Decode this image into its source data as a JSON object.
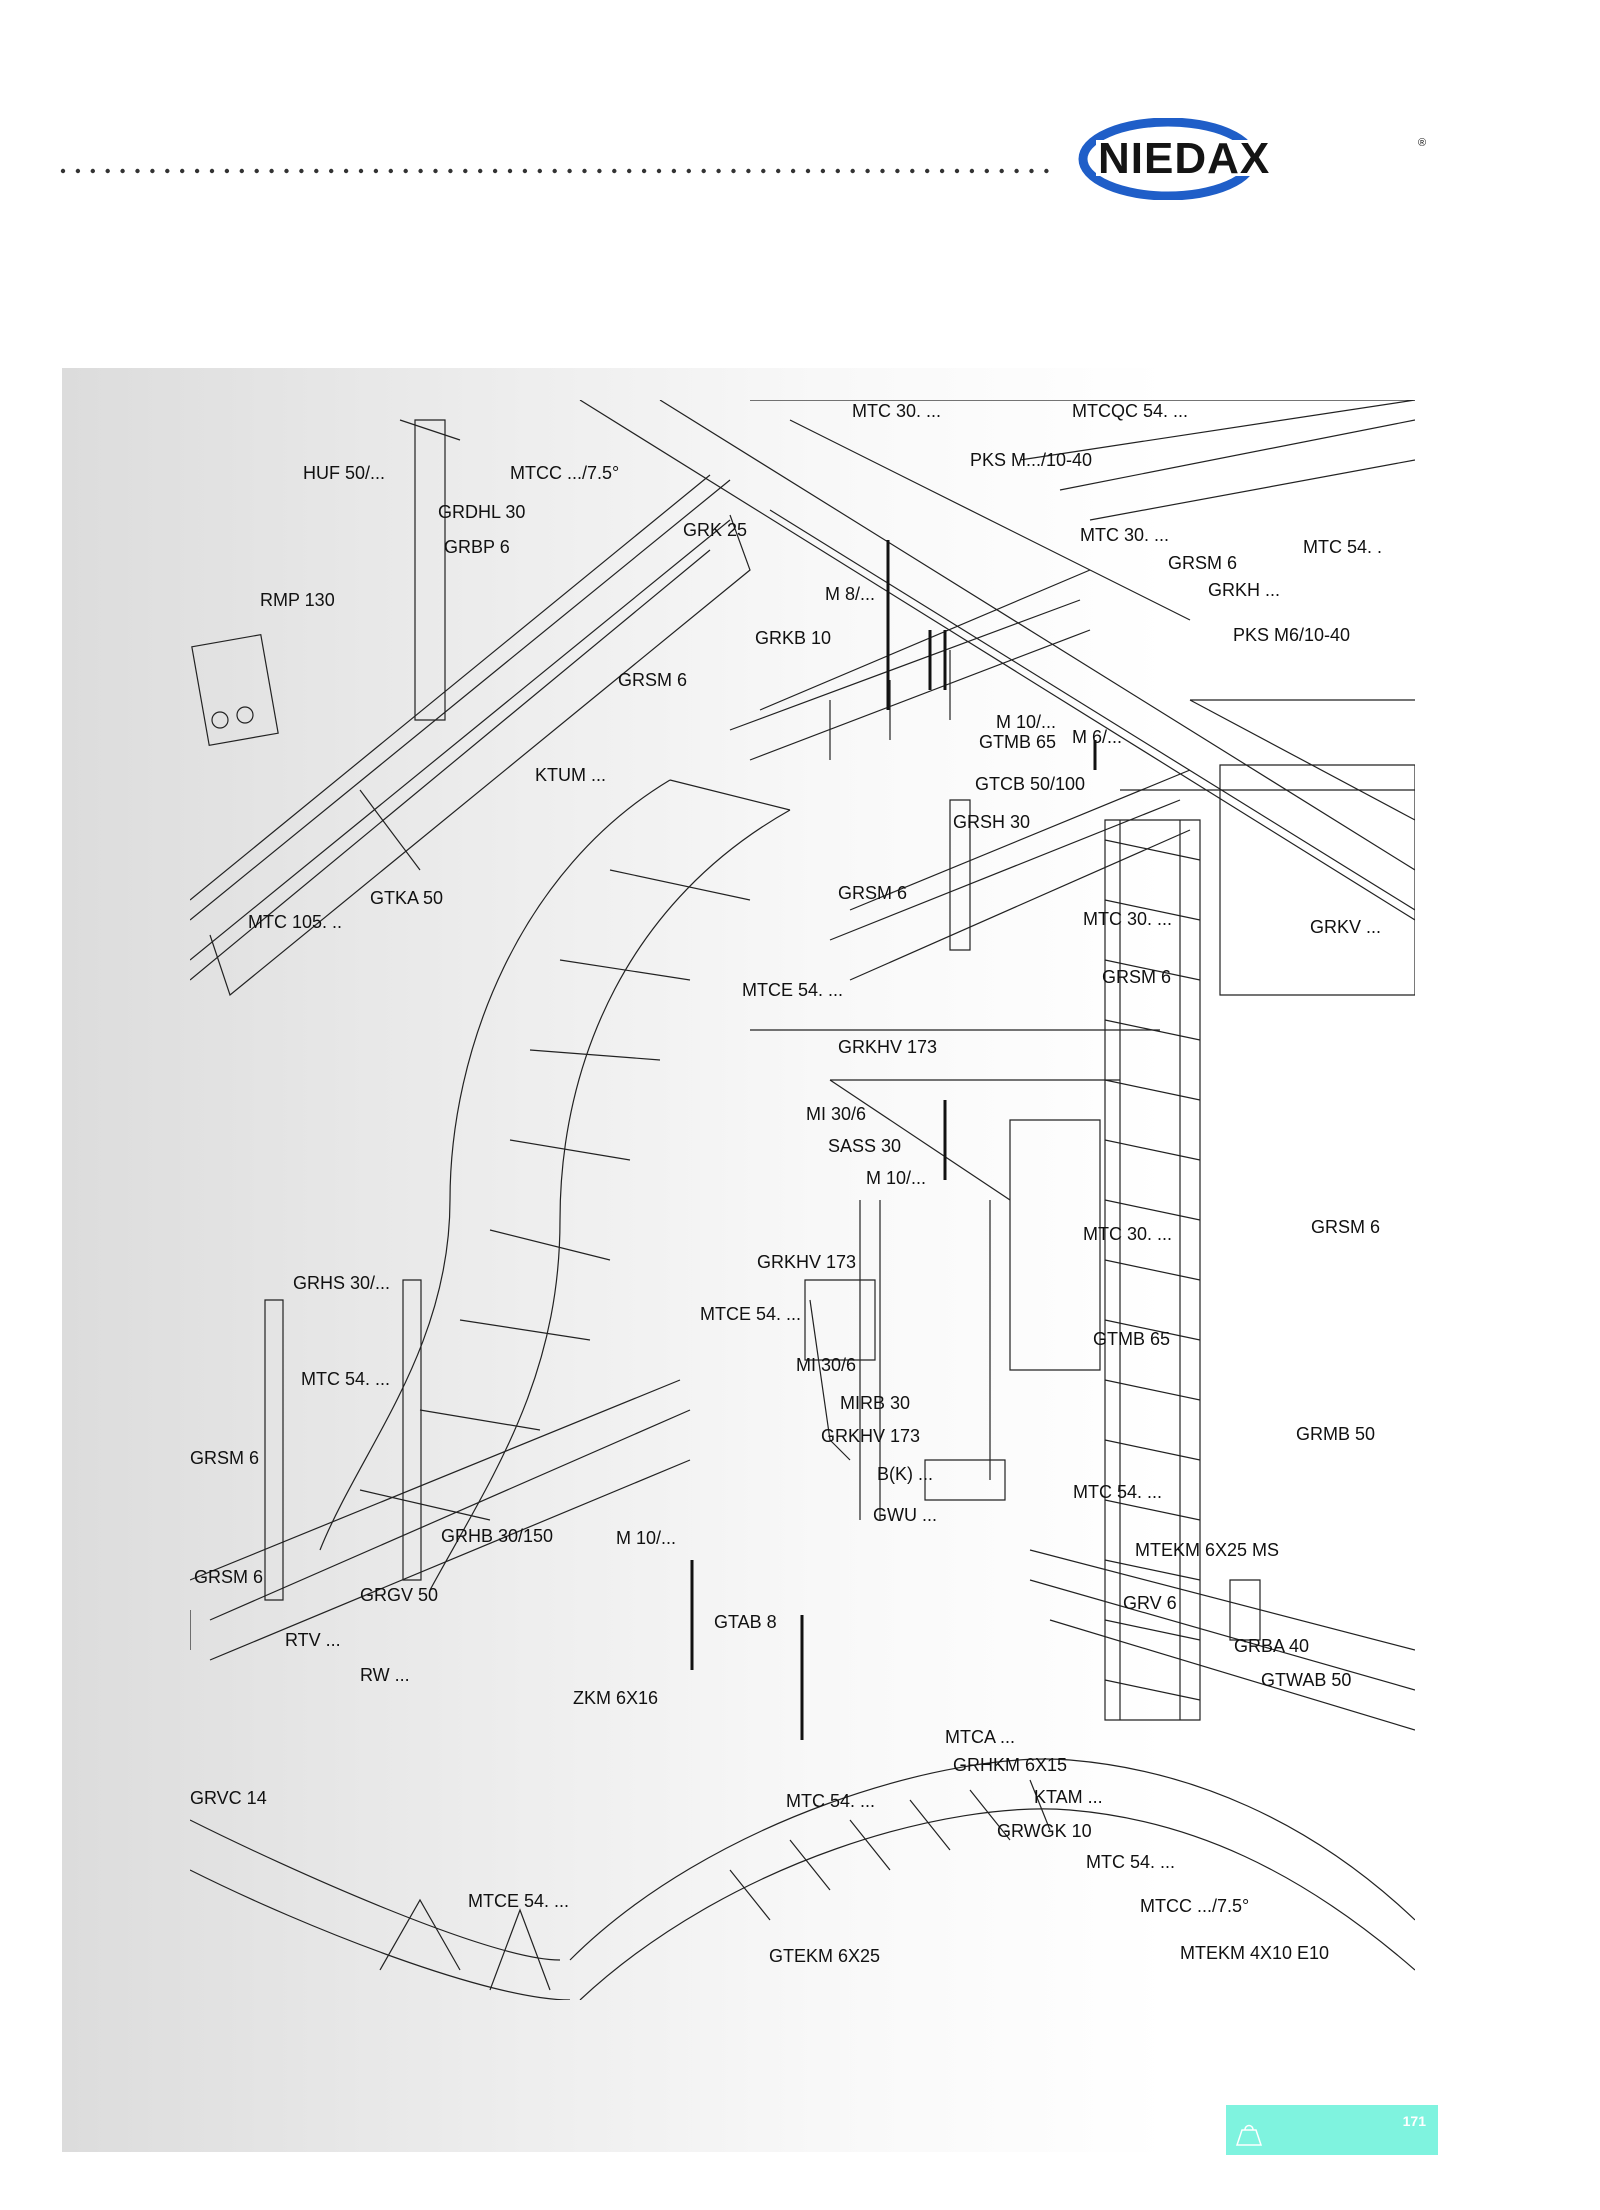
{
  "header": {
    "brand": "NIEDAX",
    "registered_mark": "®",
    "logo_icon": "niedax-logo",
    "rule_icon": "dotted-rule"
  },
  "colors": {
    "logo_blue": "#1f5ec8",
    "logo_text": "#141414",
    "badge": "#7ff3df",
    "panel": "#e6e6e6"
  },
  "labels": [
    {
      "id": "huf",
      "text": "HUF 50/..."
    },
    {
      "id": "mtcc1",
      "text": "MTCC .../7.5°"
    },
    {
      "id": "grdhl",
      "text": "GRDHL 30"
    },
    {
      "id": "grk25",
      "text": "GRK 25"
    },
    {
      "id": "grbp",
      "text": "GRBP 6"
    },
    {
      "id": "rmp",
      "text": "RMP 130"
    },
    {
      "id": "grsm_a",
      "text": "GRSM 6"
    },
    {
      "id": "ktum",
      "text": "KTUM ..."
    },
    {
      "id": "gtka",
      "text": "GTKA 50"
    },
    {
      "id": "mtc105",
      "text": "MTC 105. .."
    },
    {
      "id": "mtc30_a",
      "text": "MTC 30. ..."
    },
    {
      "id": "mtcqc",
      "text": "MTCQC 54. ..."
    },
    {
      "id": "pks_a",
      "text": "PKS M.../10-40"
    },
    {
      "id": "mtc54_a",
      "text": "MTC 54. ."
    },
    {
      "id": "mtc30_b",
      "text": "MTC 30. ..."
    },
    {
      "id": "grsm_b",
      "text": "GRSM 6"
    },
    {
      "id": "grkh",
      "text": "GRKH ..."
    },
    {
      "id": "m8",
      "text": "M 8/..."
    },
    {
      "id": "pks_b",
      "text": "PKS M6/10-40"
    },
    {
      "id": "grkb",
      "text": "GRKB 10"
    },
    {
      "id": "m10_a",
      "text": "M 10/..."
    },
    {
      "id": "gtmb_a",
      "text": "GTMB 65"
    },
    {
      "id": "m6",
      "text": "M 6/..."
    },
    {
      "id": "gtcb",
      "text": "GTCB 50/100"
    },
    {
      "id": "grsh",
      "text": "GRSH 30"
    },
    {
      "id": "grsm_c",
      "text": "GRSM 6"
    },
    {
      "id": "mtc30_c",
      "text": "MTC 30. ..."
    },
    {
      "id": "grkv",
      "text": "GRKV ..."
    },
    {
      "id": "grsm_d",
      "text": "GRSM 6"
    },
    {
      "id": "mtce_a",
      "text": "MTCE 54. ..."
    },
    {
      "id": "grkhv_a",
      "text": "GRKHV 173"
    },
    {
      "id": "mi_a",
      "text": "MI 30/6"
    },
    {
      "id": "sass",
      "text": "SASS 30"
    },
    {
      "id": "m10_b",
      "text": "M 10/..."
    },
    {
      "id": "mtc30_d",
      "text": "MTC 30. ..."
    },
    {
      "id": "grsm_e",
      "text": "GRSM 6"
    },
    {
      "id": "grkhv_b",
      "text": "GRKHV 173"
    },
    {
      "id": "grhs",
      "text": "GRHS 30/..."
    },
    {
      "id": "mtce_b",
      "text": "MTCE 54. ..."
    },
    {
      "id": "gtmb_b",
      "text": "GTMB 65"
    },
    {
      "id": "mi_b",
      "text": "MI 30/6"
    },
    {
      "id": "mtc54_b",
      "text": "MTC 54. ..."
    },
    {
      "id": "mirb",
      "text": "MIRB 30"
    },
    {
      "id": "grmb",
      "text": "GRMB 50"
    },
    {
      "id": "grkhv_c",
      "text": "GRKHV 173"
    },
    {
      "id": "grsm_f",
      "text": "GRSM 6"
    },
    {
      "id": "bk",
      "text": "B(K) ..."
    },
    {
      "id": "mtc54_c",
      "text": "MTC 54. ..."
    },
    {
      "id": "gwu",
      "text": "GWU ..."
    },
    {
      "id": "grhb",
      "text": "GRHB 30/150"
    },
    {
      "id": "mtekm_a",
      "text": "MTEKM 6X25 MS"
    },
    {
      "id": "m10_c",
      "text": "M 10/..."
    },
    {
      "id": "grsm_g",
      "text": "GRSM 6"
    },
    {
      "id": "grgv",
      "text": "GRGV 50"
    },
    {
      "id": "grv",
      "text": "GRV 6"
    },
    {
      "id": "gtab",
      "text": "GTAB 8"
    },
    {
      "id": "rtv",
      "text": "RTV ..."
    },
    {
      "id": "grba",
      "text": "GRBA 40"
    },
    {
      "id": "rw",
      "text": "RW ..."
    },
    {
      "id": "gtwab",
      "text": "GTWAB 50"
    },
    {
      "id": "zkm",
      "text": "ZKM 6X16"
    },
    {
      "id": "mtca",
      "text": "MTCA ..."
    },
    {
      "id": "grhkm",
      "text": "GRHKM 6X15"
    },
    {
      "id": "grvc",
      "text": "GRVC 14"
    },
    {
      "id": "mtc54_d",
      "text": "MTC 54. ..."
    },
    {
      "id": "ktam",
      "text": "KTAM ..."
    },
    {
      "id": "grwgk",
      "text": "GRWGK 10"
    },
    {
      "id": "mtc54_e",
      "text": "MTC 54. ..."
    },
    {
      "id": "mtce_c",
      "text": "MTCE 54. ..."
    },
    {
      "id": "mtcc2",
      "text": "MTCC .../7.5°"
    },
    {
      "id": "gtekm",
      "text": "GTEKM 6X25"
    },
    {
      "id": "mtekm_b",
      "text": "MTEKM 4X10 E10"
    }
  ],
  "footer": {
    "page_number": "171",
    "badge_icon": "bag-outline-icon"
  }
}
